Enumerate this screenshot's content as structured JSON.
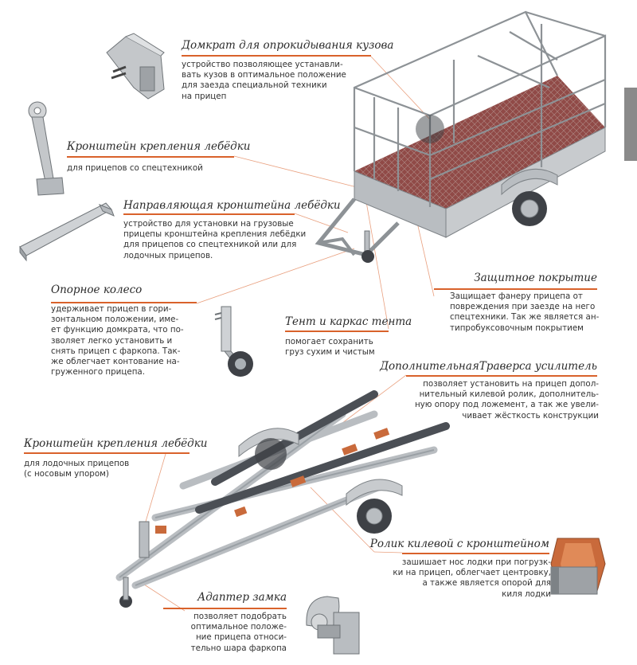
{
  "colors": {
    "accent": "#d9622b",
    "leader": "#e9a07f",
    "metal": "#b9bdc1",
    "metal_dark": "#7d8286",
    "dark_beam": "#4b4f55",
    "red_floor": "#8c2f2a",
    "roller": "#c96a3b"
  },
  "icons": [
    "tipping-jack-icon",
    "winch-bracket-icon",
    "winch-guide-icon",
    "jockey-wheel-icon",
    "keel-roller-icon",
    "coupling-adapter-icon",
    "cargo-trailer-icon",
    "boat-trailer-icon"
  ],
  "labels": [
    {
      "id": "tipping-jack",
      "title": "Домкрат для опрокидывания кузова",
      "lines": [
        "устройство позволяющее устанавли-",
        "вать кузов в оптимальное положение",
        "для заезда специальной техники",
        "на прицеп"
      ]
    },
    {
      "id": "winch-bracket-1",
      "title": "Кронштейн крепления лебёдки",
      "lines": [
        "для прицепов со спецтехникой"
      ]
    },
    {
      "id": "winch-guide",
      "title": "Направляющая кронштейна лебёдки",
      "lines": [
        "устройство для установки на грузовые",
        "прицепы кронштейна крепления лебёдки",
        "для прицепов со спецтехникой или для",
        "лодочных прицепов."
      ]
    },
    {
      "id": "jockey-wheel",
      "title": "Опорное колесо",
      "lines": [
        "удерживает прицеп в гори-",
        "зонтальном положении, име-",
        "ет функцию домкрата, что по-",
        "зволяет легко установить и",
        "снять прицеп с фаркопа. Так-",
        "же облегчает контование на-",
        "груженного прицепа."
      ]
    },
    {
      "id": "protective-coating",
      "title": "Защитное покрытие",
      "lines": [
        "Защищает фанеру прицепа от",
        "повреждения при заезде на него",
        "спецтехники. Так же является ан-",
        "типробуксовочным покрытием"
      ]
    },
    {
      "id": "tent",
      "title": "Тент и каркас тента",
      "lines": [
        "помогает сохранить",
        "груз сухим и чистым"
      ]
    },
    {
      "id": "traverse",
      "title": "ДополнительнаяТраверса усилитель",
      "lines": [
        "позволяет установить на прицеп допол-",
        "нительный килевой ролик, дополнитель-",
        "ную опору под ложемент, а так же увели-",
        "чивает жёсткость конструкции"
      ]
    },
    {
      "id": "winch-bracket-2",
      "title": "Кронштейн крепления лебёдки",
      "lines": [
        "для лодочных прицепов",
        "(с носовым упором)"
      ]
    },
    {
      "id": "keel-roller",
      "title": "Ролик килевой с кронштейном",
      "lines": [
        "зашишает нос лодки при погрузк-",
        "ки на прицеп, облегчает центровку,",
        "а также является опорой для",
        "киля лодки"
      ]
    },
    {
      "id": "lock-adapter",
      "title": "Адаптер замка",
      "lines": [
        "позволяет подобрать",
        "оптимальное положе-",
        "ние прицепа относи-",
        "тельно шара фаркопа"
      ]
    }
  ]
}
